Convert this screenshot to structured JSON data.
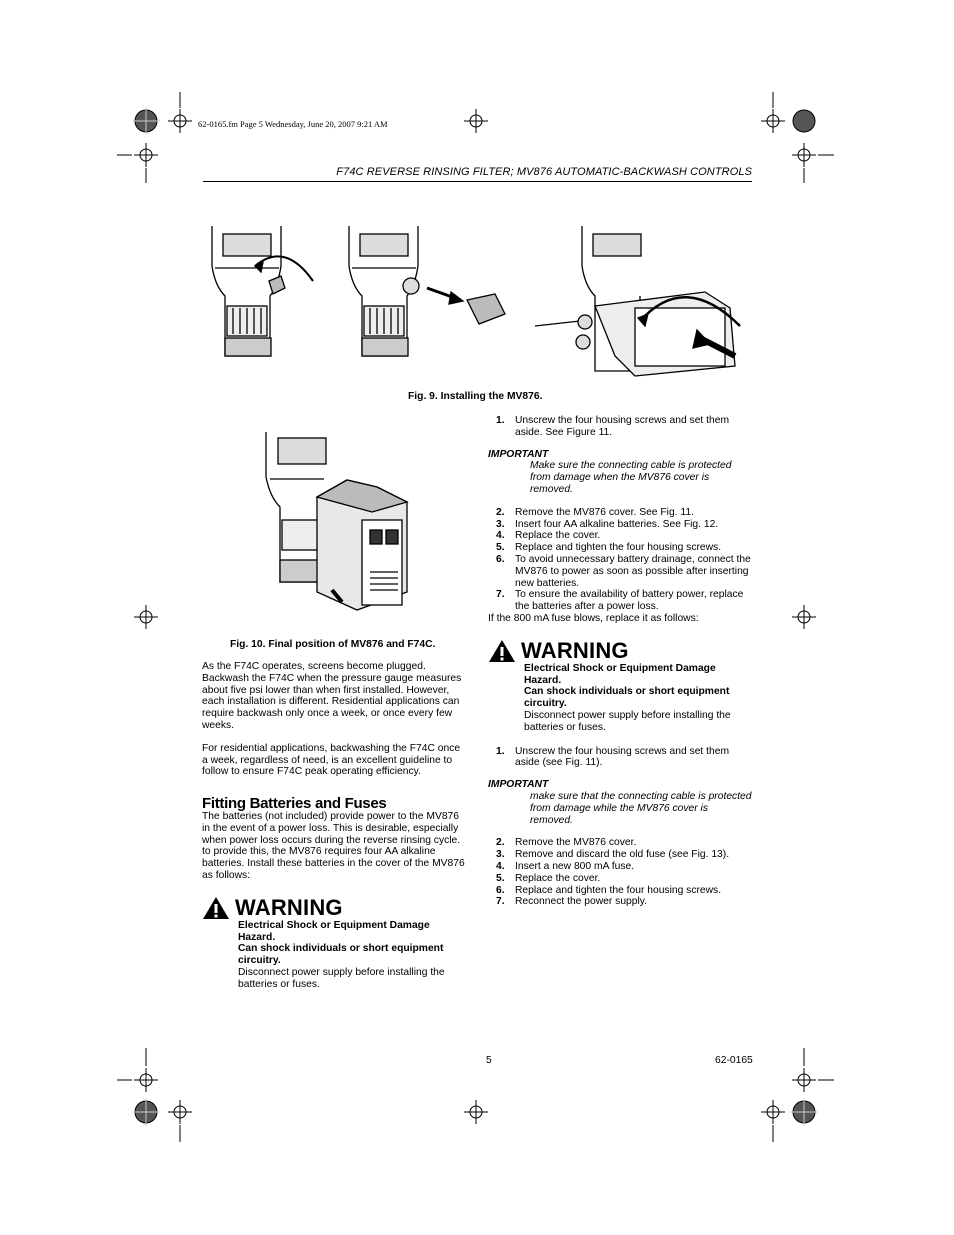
{
  "slug": "62-0165.fm  Page 5  Wednesday, June 20, 2007  9:21 AM",
  "header": {
    "title": "F74C REVERSE RINSING FILTER; MV876 AUTOMATIC-BACKWASH CONTROLS"
  },
  "figures": {
    "fig9_caption": "Fig. 9. Installing the MV876.",
    "fig10_caption": "Fig. 10. Final position of MV876 and F74C."
  },
  "left": {
    "para1": "As the F74C operates, screens become plugged. Backwash the F74C when the pressure gauge measures about five psi lower than when first installed. However, each installation is different. Residential applications can require backwash only once a week, or once every few weeks.",
    "para2": "For residential applications, backwashing the F74C once a week, regardless of need, is an excellent guideline to follow to ensure F74C peak operating efficiency.",
    "section_title": "Fitting Batteries and Fuses",
    "para3": "The batteries (not included) provide power to the MV876 in the event of a power loss. This is desirable, especially when power loss occurs during the reverse rinsing cycle. to provide this, the MV876 requires four AA alkaline batteries. Install these batteries in the cover of the MV876 as follows:",
    "warning": {
      "title": "WARNING",
      "line1": "Electrical Shock or Equipment Damage Hazard.",
      "line2": "Can shock individuals or short equipment circuitry.",
      "line3": "Disconnect power supply before installing the batteries or fuses."
    }
  },
  "right": {
    "step_a1": {
      "num": "1.",
      "text": "Unscrew the four housing screws and set them aside. See Figure 11."
    },
    "important1": {
      "label": "IMPORTANT",
      "text": "Make sure the connecting cable is protected from damage when the MV876 cover is removed."
    },
    "steps_a": [
      {
        "num": "2.",
        "text": "Remove the MV876 cover. See Fig. 11."
      },
      {
        "num": "3.",
        "text": "Insert four AA alkaline batteries. See Fig. 12."
      },
      {
        "num": "4.",
        "text": "Replace the cover."
      },
      {
        "num": "5.",
        "text": "Replace and tighten the four housing screws."
      },
      {
        "num": "6.",
        "text": "To avoid unnecessary battery drainage, connect the MV876 to power as soon as possible after inserting new batteries."
      },
      {
        "num": "7.",
        "text": "To ensure the availability of battery power, replace the batteries after a power loss."
      }
    ],
    "fuse_intro": "If the 800 mA fuse blows, replace it as follows:",
    "warning": {
      "title": "WARNING",
      "line1": "Electrical Shock or Equipment Damage Hazard.",
      "line2": "Can shock individuals or short equipment circuitry.",
      "line3": "Disconnect power supply before installing the batteries or fuses."
    },
    "step_b1": {
      "num": "1.",
      "text": "Unscrew the four housing screws and set them aside (see Fig. 11)."
    },
    "important2": {
      "label": "IMPORTANT",
      "text": "make sure that the connecting cable is protected from damage while the MV876 cover is removed."
    },
    "steps_b": [
      {
        "num": "2.",
        "text": "Remove the MV876 cover."
      },
      {
        "num": "3.",
        "text": "Remove and discard the old fuse (see Fig. 13)."
      },
      {
        "num": "4.",
        "text": "Insert a new 800 mA fuse."
      },
      {
        "num": "5.",
        "text": "Replace the cover."
      },
      {
        "num": "6.",
        "text": "Replace and tighten the four housing screws."
      },
      {
        "num": "7.",
        "text": "Reconnect the power supply."
      }
    ]
  },
  "footer": {
    "page": "5",
    "doc_number": "62-0165"
  }
}
